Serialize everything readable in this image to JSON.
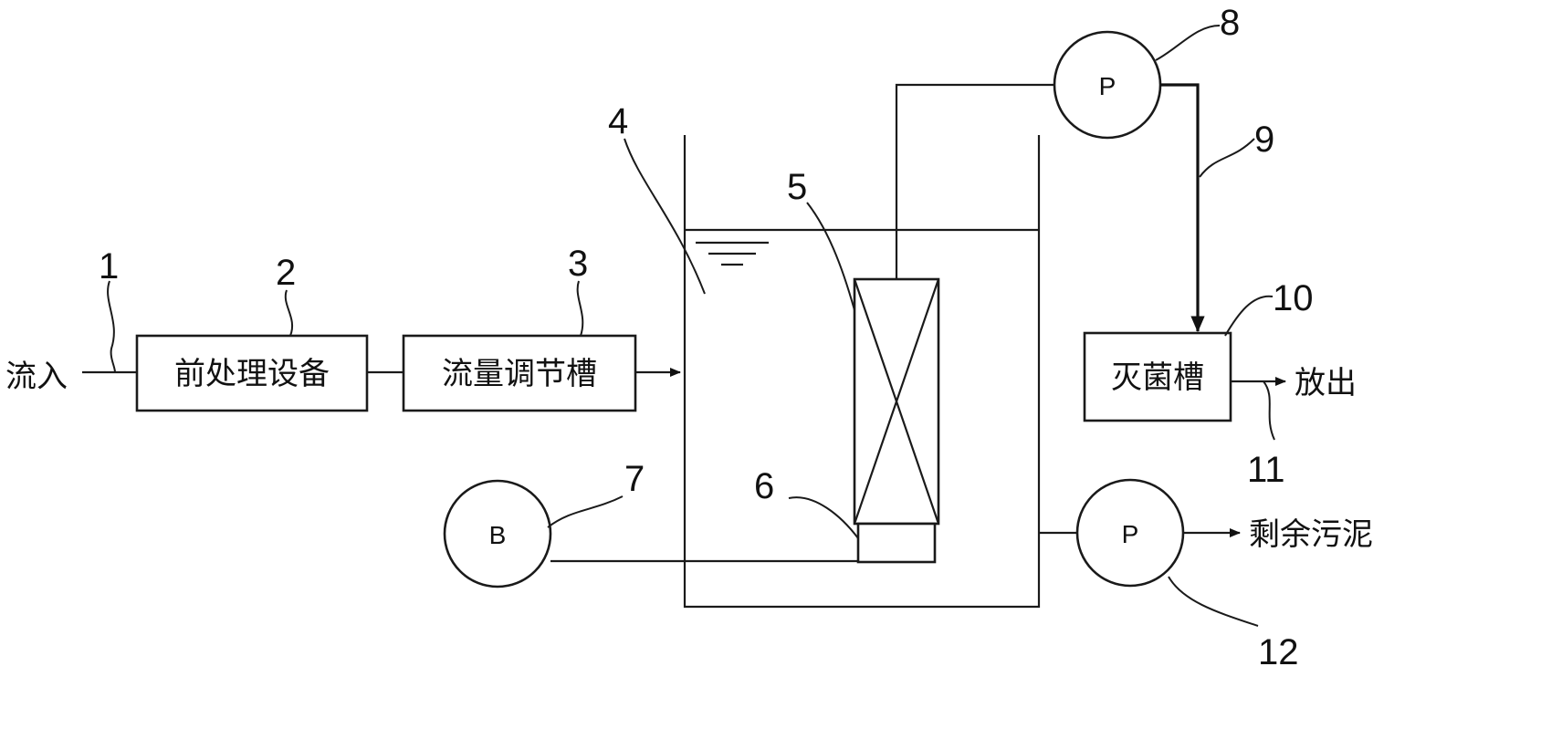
{
  "labels": {
    "inflow": "流入",
    "outflow": "放出",
    "excess_sludge": "剩余污泥"
  },
  "boxes": {
    "pretreatment": "前处理设备",
    "flow_adjust": "流量调节槽",
    "disinfection": "灭菌槽"
  },
  "symbols": {
    "pump": "P",
    "blower": "B"
  },
  "refs": {
    "r1": "1",
    "r2": "2",
    "r3": "3",
    "r4": "4",
    "r5": "5",
    "r6": "6",
    "r7": "7",
    "r8": "8",
    "r9": "9",
    "r10": "10",
    "r11": "11",
    "r12": "12"
  }
}
